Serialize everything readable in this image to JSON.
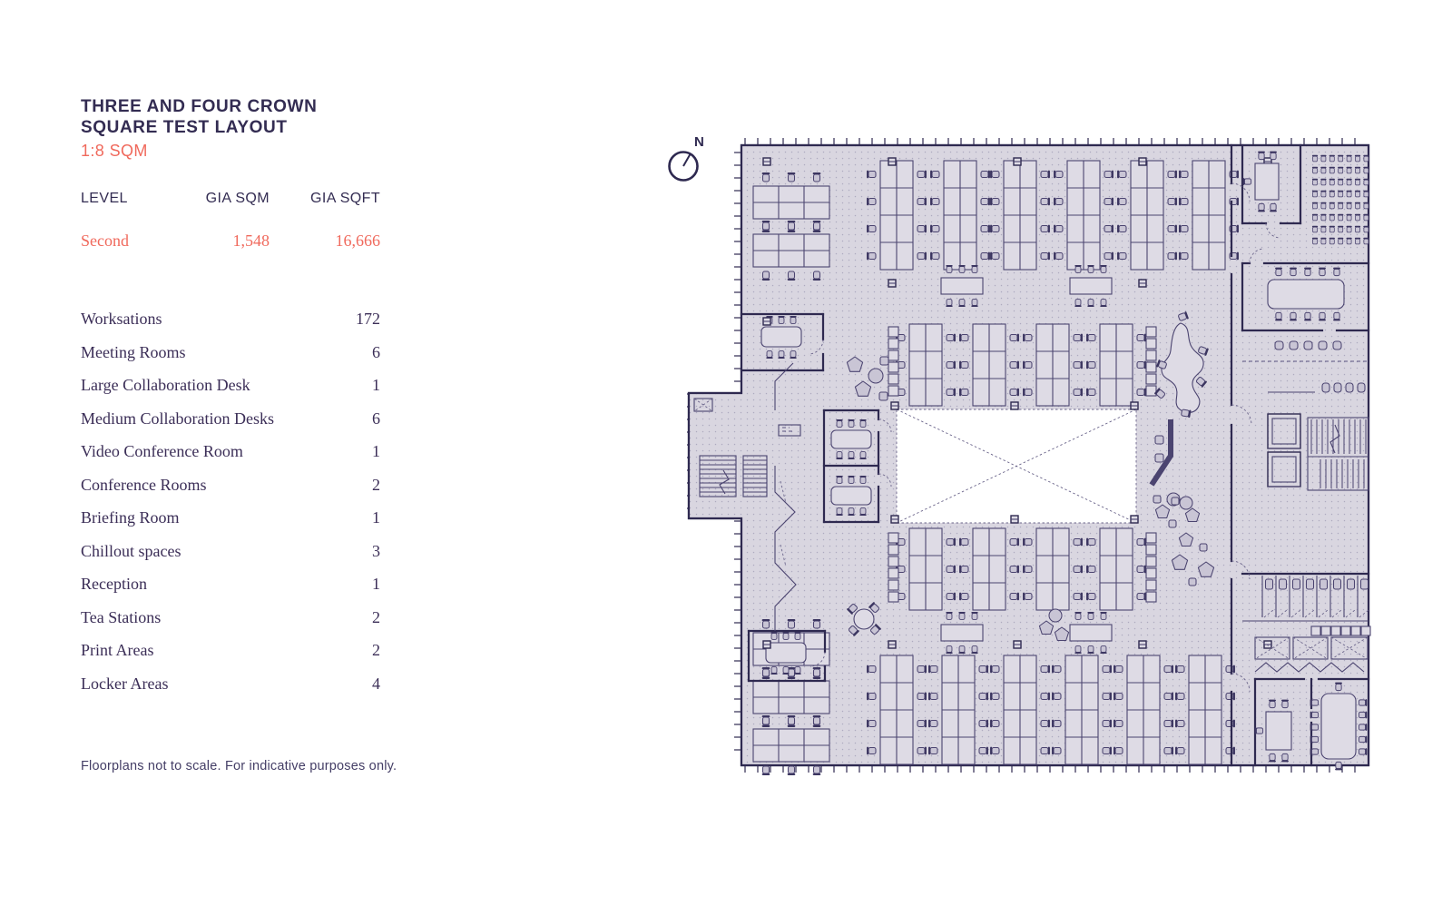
{
  "page": {
    "title": "THREE AND FOUR CROWN SQUARE TEST LAYOUT",
    "scale_note": "1:8 SQM",
    "footer": "Floorplans not to scale. For indicative purposes only."
  },
  "summary_table": {
    "headers": [
      "LEVEL",
      "GIA SQM",
      "GIA SQFT"
    ],
    "rows": [
      {
        "level": "Second",
        "gia_sqm": "1,548",
        "gia_sqft": "16,666"
      }
    ]
  },
  "inventory": {
    "items": [
      {
        "label": "Worksations",
        "count": "172"
      },
      {
        "label": "Meeting Rooms",
        "count": "6"
      },
      {
        "label": "Large Collaboration Desk",
        "count": "1"
      },
      {
        "label": "Medium Collaboration Desks",
        "count": "6"
      },
      {
        "label": "Video Conference Room",
        "count": "1"
      },
      {
        "label": "Conference Rooms",
        "count": "2"
      },
      {
        "label": "Briefing Room",
        "count": "1"
      },
      {
        "label": "Chillout spaces",
        "count": "3"
      },
      {
        "label": "Reception",
        "count": "1"
      },
      {
        "label": "Tea Stations",
        "count": "2"
      },
      {
        "label": "Print Areas",
        "count": "2"
      },
      {
        "label": "Locker Areas",
        "count": "4"
      }
    ]
  },
  "floorplan": {
    "north_label": "N"
  },
  "colors": {
    "ink": "#332c52",
    "accent": "#f0695c",
    "plan_fill": "#d9d6e0",
    "plan_line": "#2e2950"
  }
}
